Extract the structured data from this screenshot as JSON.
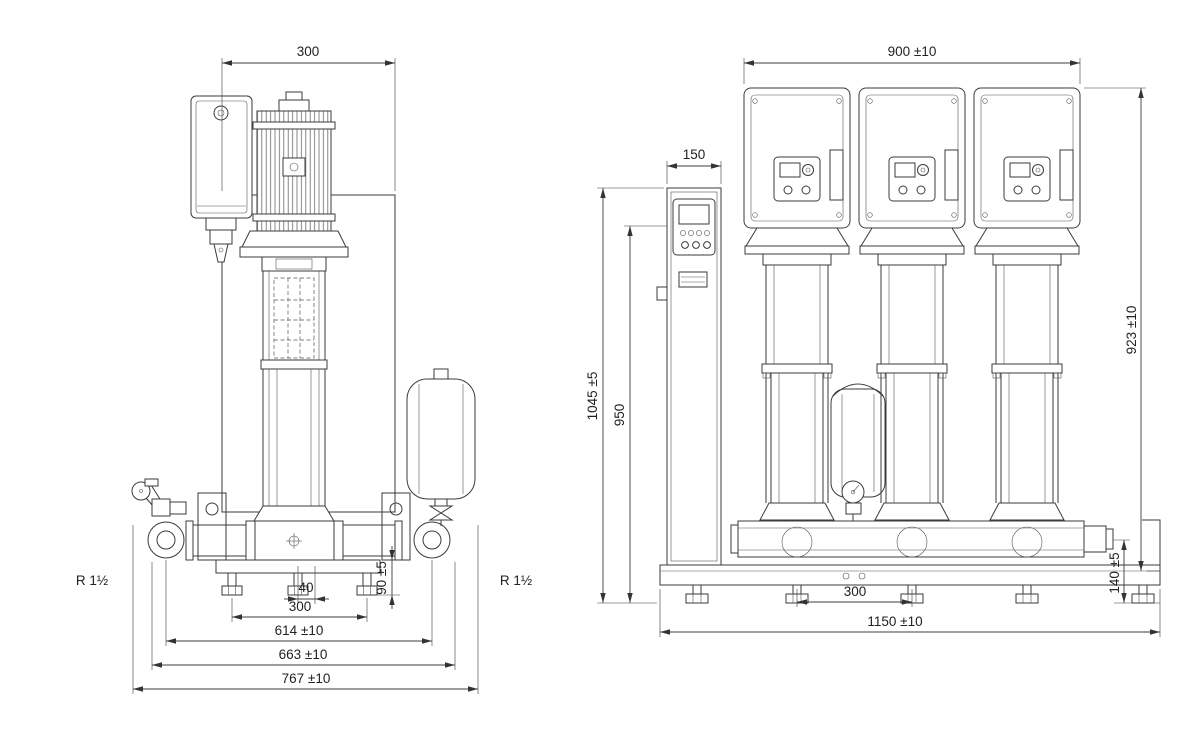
{
  "left_view": {
    "name": "single pump side view",
    "dims": {
      "top_width": "300",
      "port_left": "R 1½",
      "port_right": "R 1½",
      "foot_offset": "40",
      "base_height": "90 ±5",
      "foot_span": "300",
      "port_span": "614 ±10",
      "pipe_span": "663 ±10",
      "overall_width": "767 ±10"
    }
  },
  "right_view": {
    "name": "three pump front view",
    "dims": {
      "pump_group_width": "900 ±10",
      "cabinet_width": "150",
      "overall_height": "1045 ±5",
      "cabinet_height": "950",
      "pump_height": "923 ±10",
      "manifold_height": "140 ±5",
      "pump_spacing": "300",
      "overall_width": "1150 ±10"
    }
  }
}
